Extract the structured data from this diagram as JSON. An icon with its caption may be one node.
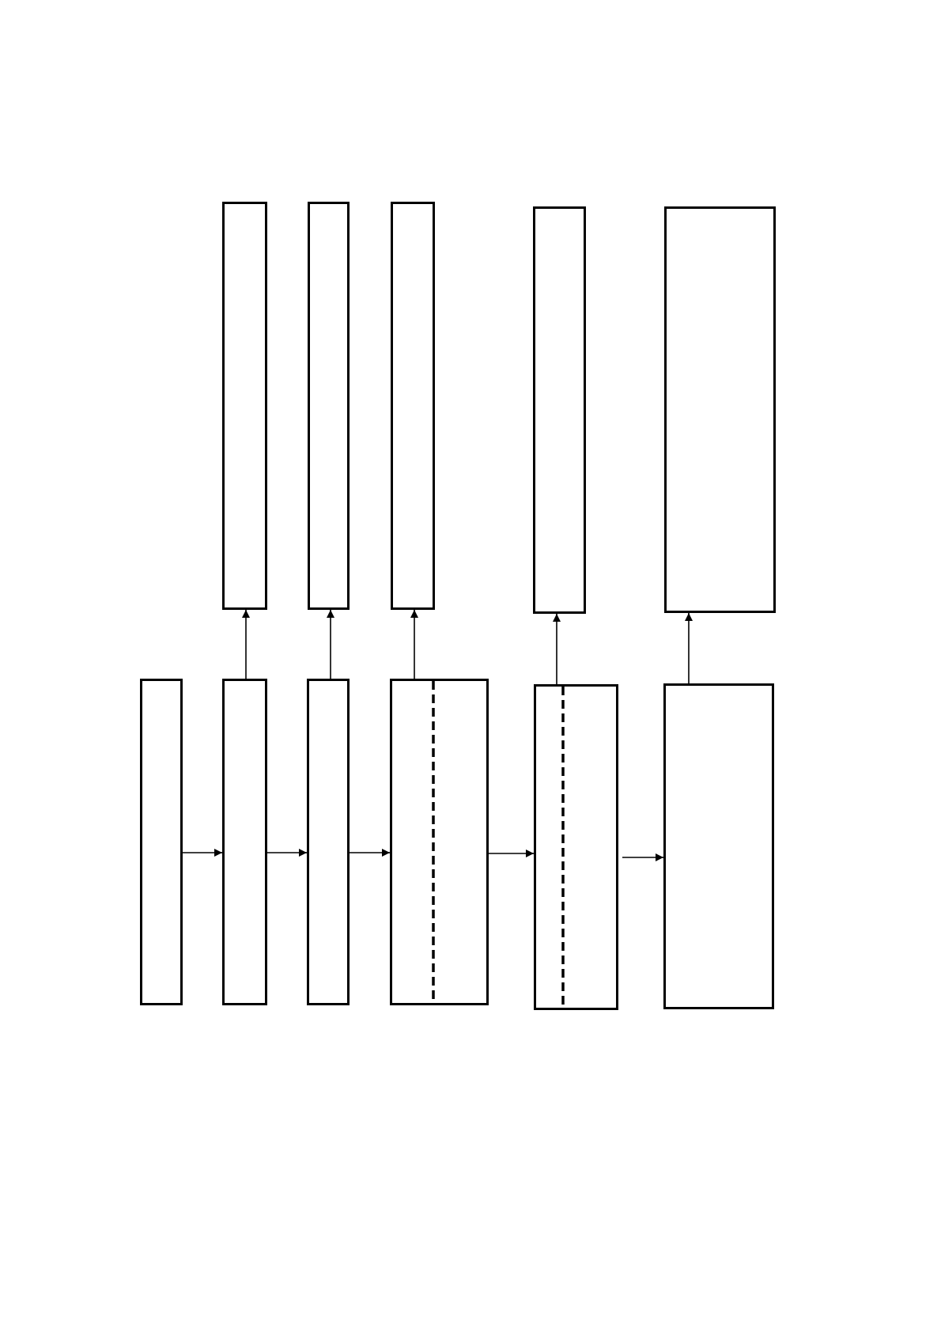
{
  "diagram": {
    "nodes": [
      {
        "text": [],
        "shape": "box"
      },
      {
        "text": [],
        "shape": "box"
      },
      {
        "text": [],
        "shape": "box"
      },
      {
        "text": [],
        "shape": "box"
      },
      {
        "text": [],
        "shape": "box"
      },
      {
        "text": [],
        "shape": "box"
      },
      {
        "text": [],
        "shape": "box"
      },
      {
        "text": [],
        "shape": "box"
      },
      {
        "text": [],
        "shape": "box"
      },
      {
        "text": [],
        "shape": "box"
      },
      {
        "text": [],
        "shape": "box"
      }
    ],
    "edges": [
      {
        "from": 5,
        "to": 6,
        "arrow": "to"
      },
      {
        "from": 6,
        "to": 7,
        "arrow": "to"
      },
      {
        "from": 7,
        "to": 8,
        "arrow": "to"
      },
      {
        "from": 8,
        "to": 9,
        "arrow": "to"
      },
      {
        "from": 9,
        "to": 10,
        "arrow": "to"
      },
      {
        "from": 6,
        "to": 0,
        "arrow": "to"
      },
      {
        "from": 7,
        "to": 1,
        "arrow": "to"
      },
      {
        "from": 8,
        "to": 2,
        "arrow": "to"
      },
      {
        "from": 9,
        "to": 3,
        "arrow": "to"
      },
      {
        "from": 10,
        "to": 4,
        "arrow": "to"
      }
    ]
  }
}
